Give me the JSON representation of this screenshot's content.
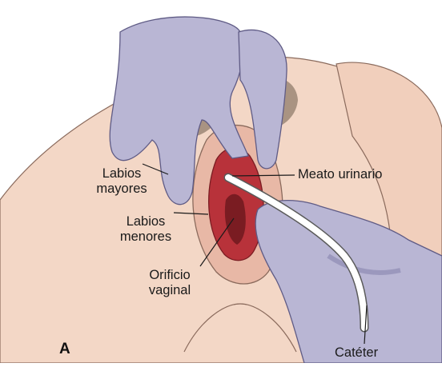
{
  "labels": {
    "labios_mayores": "Labios\nmayores",
    "labios_menores": "Labios\nmenores",
    "orificio_vaginal": "Orificio\nvaginal",
    "meato_urinario": "Meato urinario",
    "cateter": "Catéter"
  },
  "panel_letter": "A",
  "colors": {
    "skin": "#f3d7c6",
    "skin_outline": "#8a6a5c",
    "glove": "#b9b6d4",
    "glove_shadow": "#8f8bb3",
    "mucosa": "#b8323a",
    "mucosa_dark": "#7a1c22",
    "catheter": "#ffffff",
    "hair": "#6b5b4a"
  }
}
